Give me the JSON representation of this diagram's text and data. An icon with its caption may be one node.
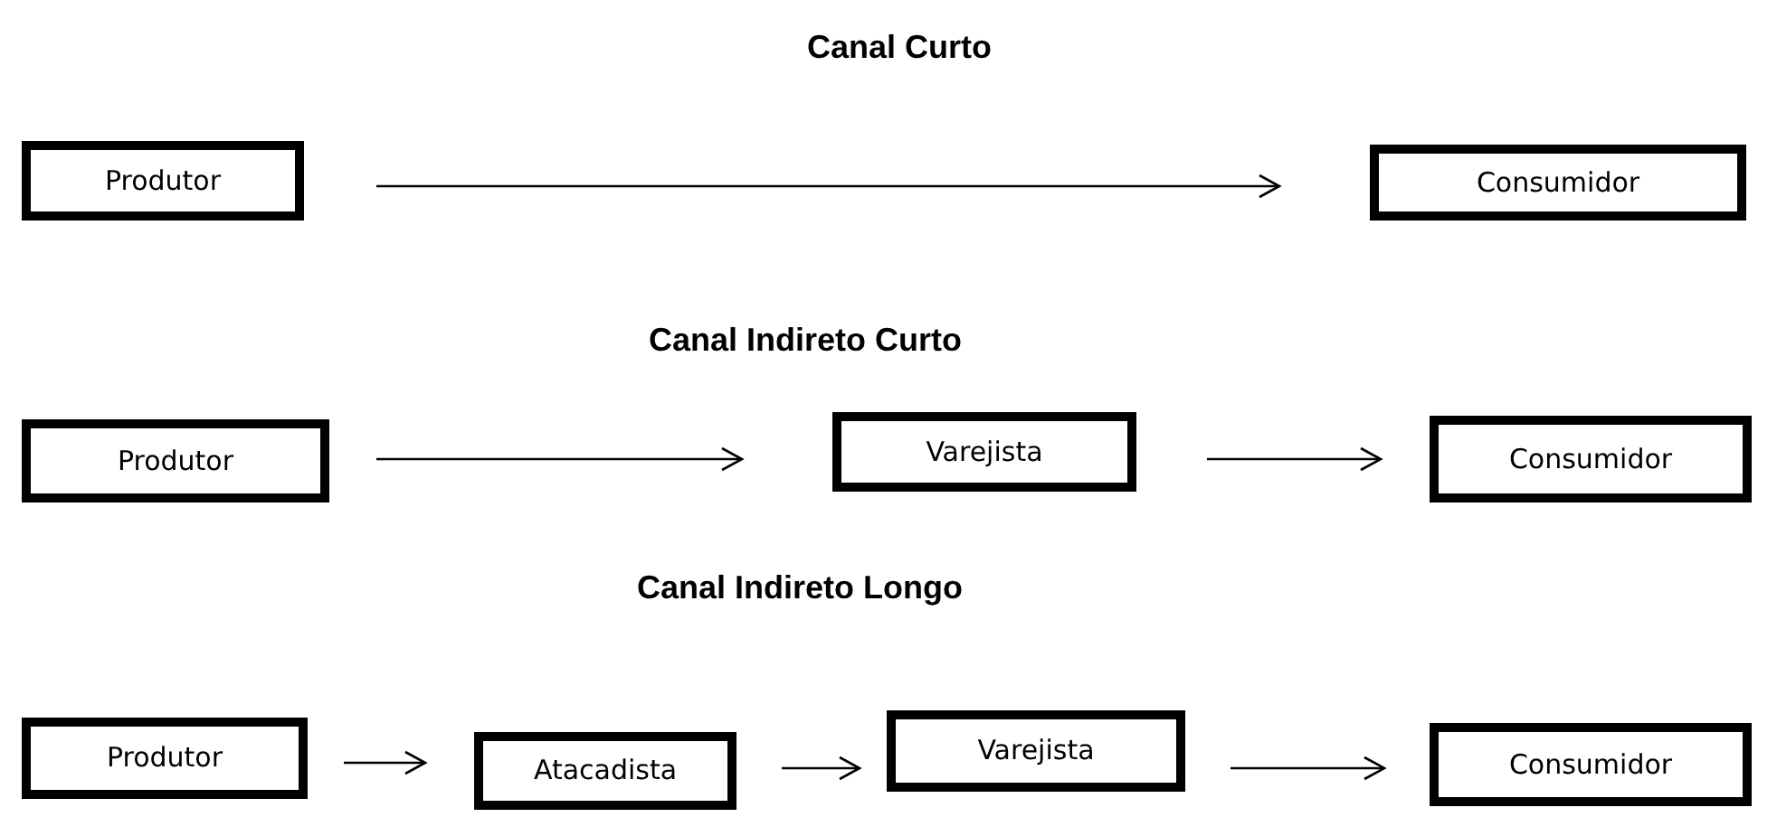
{
  "diagram": {
    "nodes": [
      {
        "text": [
          "Produtor"
        ]
      },
      {
        "text": [
          "Consumidor"
        ]
      },
      {
        "text": [
          "Produtor"
        ]
      },
      {
        "text": [
          "Varejista"
        ]
      },
      {
        "text": [
          "Consumidor"
        ]
      },
      {
        "text": [
          "Produtor"
        ]
      },
      {
        "text": [
          "Atacadista"
        ]
      },
      {
        "text": [
          "Varejista"
        ]
      },
      {
        "text": [
          "Consumidor"
        ]
      }
    ],
    "edges": [
      {
        "from": 0,
        "to": 1,
        "arrow": "to"
      },
      {
        "from": 2,
        "to": 3,
        "arrow": "to"
      },
      {
        "from": 3,
        "to": 4,
        "arrow": "to"
      },
      {
        "from": 5,
        "to": 6,
        "arrow": "to"
      },
      {
        "from": 6,
        "to": 7,
        "arrow": "to"
      },
      {
        "from": 7,
        "to": 8,
        "arrow": "to"
      }
    ],
    "labels": [
      "Canal Curto",
      "Canal Indireto Curto",
      "Canal Indireto Longo"
    ]
  }
}
